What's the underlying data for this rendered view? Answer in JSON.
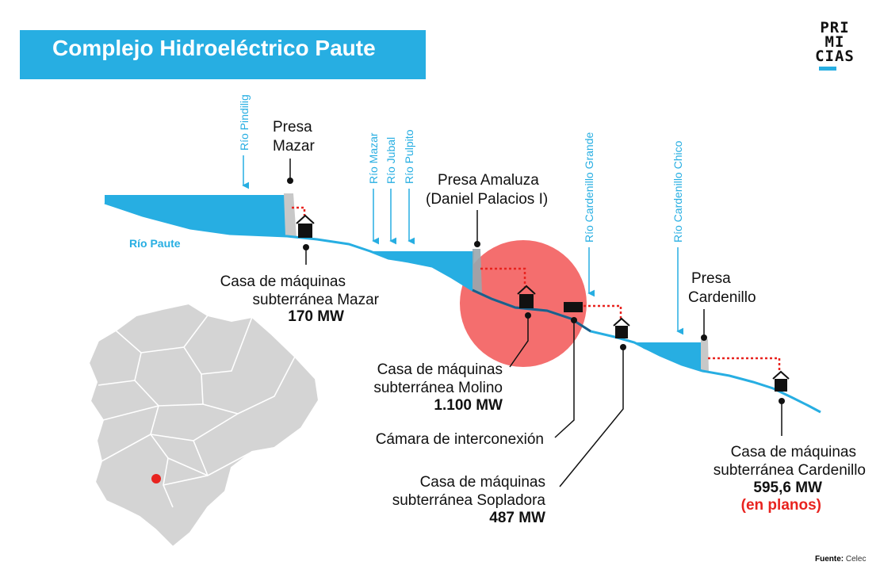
{
  "title": "Complejo Hidroeléctrico Paute",
  "logo": {
    "line1": "PRI",
    "line2": "MI",
    "line3": "CIAS"
  },
  "rivers": {
    "paute": "Río Paute",
    "pindilig": "Río Pindilig",
    "mazar": "Río Mazar",
    "jubal": "Río Jubal",
    "pulpito": "Río Pulpito",
    "cardenillo_grande": "Río Cardenillo Grande",
    "cardenillo_chico": "Río Cardenillo Chico"
  },
  "dams": {
    "mazar": {
      "line1": "Presa",
      "line2": "Mazar"
    },
    "amaluza": {
      "line1": "Presa Amaluza",
      "line2": "(Daniel Palacios I)"
    },
    "cardenillo": {
      "line1": "Presa",
      "line2": "Cardenillo"
    }
  },
  "plants": {
    "mazar": {
      "line1": "Casa de máquinas",
      "line2": "subterránea Mazar",
      "power": "170 MW"
    },
    "molino": {
      "line1": "Casa de máquinas",
      "line2": "subterránea Molino",
      "power": "1.100 MW"
    },
    "camara": {
      "label": "Cámara de interconexión"
    },
    "sopladora": {
      "line1": "Casa de máquinas",
      "line2": "subterránea Sopladora",
      "power": "487 MW"
    },
    "cardenillo": {
      "line1": "Casa de máquinas",
      "line2": "subterránea Cardenillo",
      "power": "595,6 MW",
      "status": "(en planos)"
    }
  },
  "source": {
    "label": "Fuente:",
    "value": "Celec"
  },
  "colors": {
    "water": "#27aee2",
    "highlight": "#f25a5a",
    "map_fill": "#d4d4d4",
    "map_dot": "#e8231f",
    "pipe": "#e8231f"
  }
}
